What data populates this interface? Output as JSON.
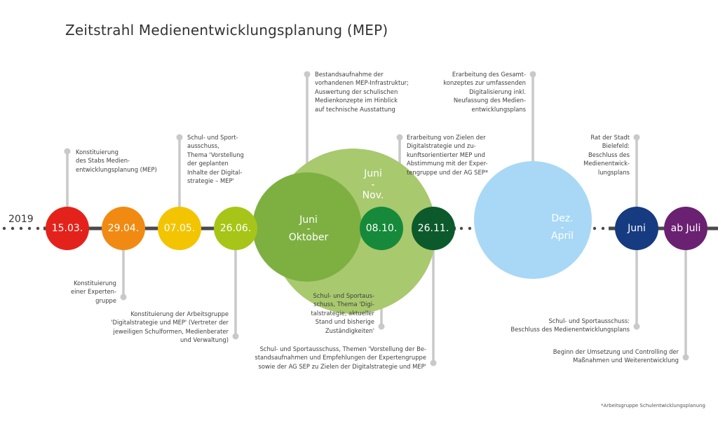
{
  "title": "Zeitstrahl Medienentwicklungsplanung (MEP)",
  "year": "2019",
  "footnote": "*Arbeitsgruppe Schulentwicklungsplanung",
  "colors": {
    "timeline": "#4a4a4a",
    "connector": "#c9c9c9",
    "red": "#e3231b",
    "orange": "#f18a12",
    "yellow": "#f3c400",
    "lime": "#a6c518",
    "green_large": "#a8c96e",
    "green_medium": "#7eb041",
    "green_dark": "#168a3a",
    "green_darker": "#0c5a2c",
    "light_blue": "#a8d8f6",
    "navy": "#163b80",
    "purple": "#6b2171"
  },
  "milestones": {
    "m1": "15.03.",
    "m2": "29.04.",
    "m3": "07.05.",
    "m4": "26.06.",
    "m5": "08.10.",
    "m6": "26.11.",
    "m7": "Juni",
    "m8": "ab Juli"
  },
  "periods": {
    "juni_oktober": {
      "line1": "Juni",
      "line2": "-",
      "line3": "Oktober"
    },
    "juni_nov": {
      "line1": "Juni",
      "line2": "-",
      "line3": "Nov."
    },
    "dez_april": {
      "line1": "Dez.",
      "line2": "-",
      "line3": "April"
    }
  },
  "notes": {
    "n1": [
      "Konstituierung",
      "des Stabs Medien-",
      "entwicklungsplanung (MEP)"
    ],
    "n2": [
      "Konstituierung",
      "einer Experten-",
      "gruppe"
    ],
    "n3": [
      "Schul- und Sport-",
      "ausschuss,",
      "Thema 'Vorstellung",
      "der geplanten",
      "Inhalte der Digital-",
      "strategie – MEP'"
    ],
    "n4": [
      "Konstituierung der Arbeitsgruppe",
      "'Digitalstrategie und MEP' (Vertreter der",
      "jeweiligen Schulformen, Medienberater",
      "und Verwaltung)"
    ],
    "n5": [
      "Bestandsaufnahme der",
      "vorhandenen MEP-Infrastruktur;",
      "Auswertung der schulischen",
      "Medienkonzepte im Hinblick",
      "auf technische Ausstattung"
    ],
    "n6": [
      "Schul- und Sportaus-",
      "schuss, Thema 'Digi-",
      "talstrategie, aktueller",
      "Stand und bisherige",
      "Zuständigkeiten'"
    ],
    "n7": [
      "Erarbeitung von Zielen der",
      "Digitalstrategie und zu-",
      "kunftsorientierter MEP und",
      "Abstimmung mit der Exper-",
      "tengruppe und der AG SEP*"
    ],
    "n8": [
      "Schul- und Sportausschuss, Themen 'Vorstellung der Be-",
      "standsaufnahmen und Empfehlungen der Expertengruppe",
      "sowie der AG SEP zu Zielen der Digitalstrategie und  MEP'"
    ],
    "n9": [
      "Erarbeitung des Gesamt-",
      "konzeptes zur umfassenden",
      "Digitalisierung inkl.",
      "Neufassung des Medien-",
      "entwicklungsplans"
    ],
    "n10": [
      "Rat der Stadt",
      "Bielefeld:",
      "Beschluss des",
      "Medienentwick-",
      "lungsplans"
    ],
    "n11": [
      "Schul- und Sportausschuss:",
      "Beschluss des Medienentwicklungsplans"
    ],
    "n12": [
      "Beginn der Umsetzung und  Controlling der",
      "Maßnahmen und Weiterentwicklung"
    ]
  }
}
